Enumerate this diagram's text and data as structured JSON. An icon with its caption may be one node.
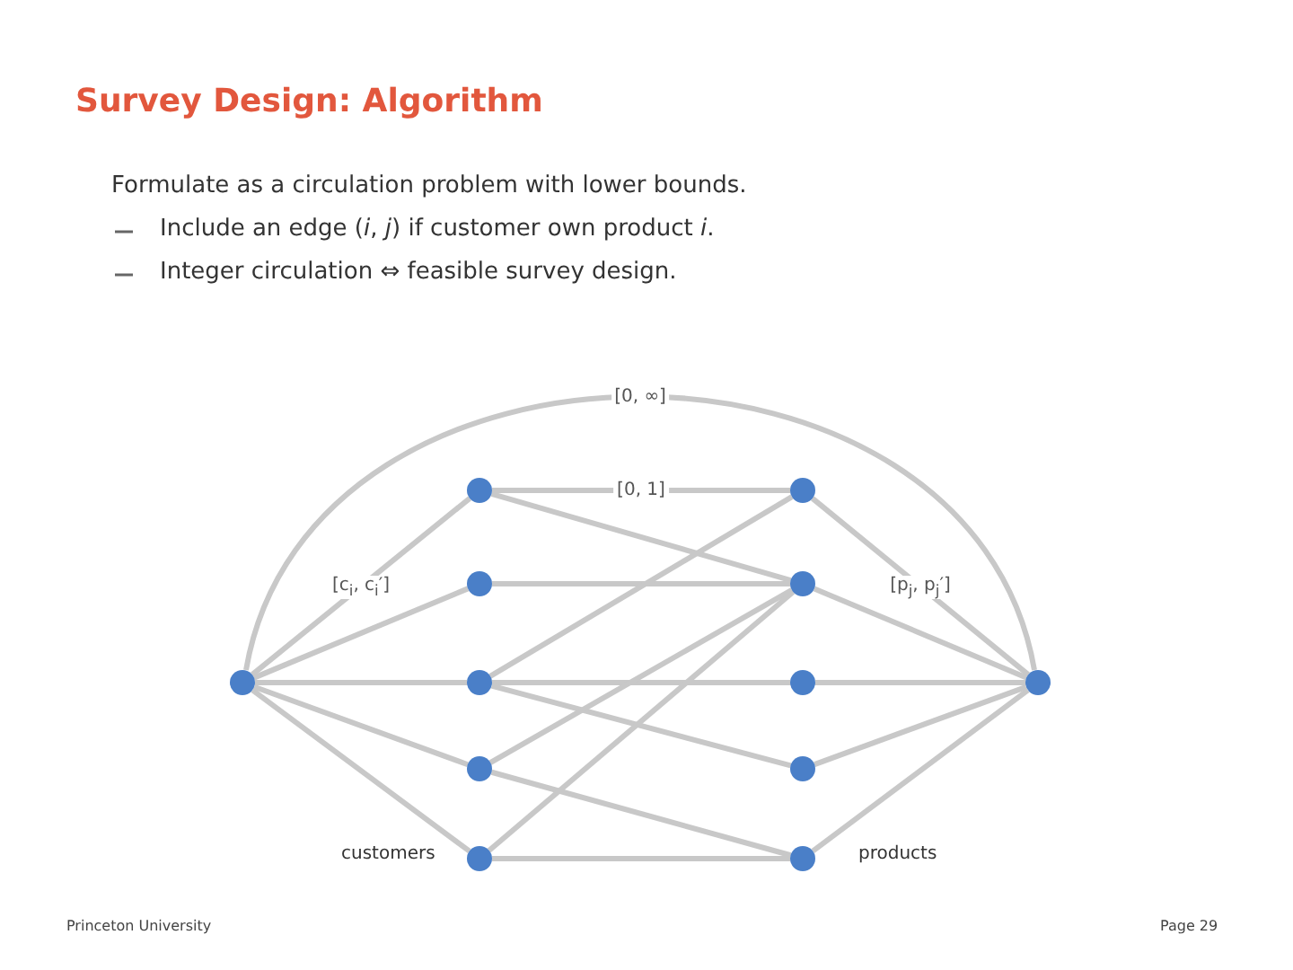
{
  "diagram": {
    "title": "Survey Design: Algorithm",
    "nodes": [
      {
        "text": [],
        "shape": "circle"
      },
      {
        "text": [],
        "shape": "circle"
      },
      {
        "text": [],
        "shape": "circle"
      },
      {
        "text": [],
        "shape": "circle"
      },
      {
        "text": [],
        "shape": "circle"
      },
      {
        "text": [],
        "shape": "circle"
      },
      {
        "text": [],
        "shape": "circle"
      },
      {
        "text": [],
        "shape": "circle"
      },
      {
        "text": [],
        "shape": "circle"
      },
      {
        "text": [],
        "shape": "circle"
      },
      {
        "text": [],
        "shape": "circle"
      },
      {
        "text": [],
        "shape": "circle"
      }
    ],
    "edges": [
      {
        "from": 11,
        "to": 0,
        "arrow": "none",
        "label": "[0, ∞]"
      },
      {
        "from": 0,
        "to": 1,
        "arrow": "none",
        "label": "[c$_{i}$, c$_{i}$′]"
      },
      {
        "from": 0,
        "to": 2,
        "arrow": "none"
      },
      {
        "from": 0,
        "to": 3,
        "arrow": "none"
      },
      {
        "from": 0,
        "to": 4,
        "arrow": "none"
      },
      {
        "from": 0,
        "to": 5,
        "arrow": "none"
      },
      {
        "from": 1,
        "to": 6,
        "arrow": "none",
        "label": "[0, 1]"
      },
      {
        "from": 1,
        "to": 7,
        "arrow": "none"
      },
      {
        "from": 2,
        "to": 7,
        "arrow": "none"
      },
      {
        "from": 3,
        "to": 6,
        "arrow": "none"
      },
      {
        "from": 3,
        "to": 8,
        "arrow": "none"
      },
      {
        "from": 3,
        "to": 9,
        "arrow": "none"
      },
      {
        "from": 4,
        "to": 7,
        "arrow": "none"
      },
      {
        "from": 4,
        "to": 10,
        "arrow": "none"
      },
      {
        "from": 5,
        "to": 7,
        "arrow": "none"
      },
      {
        "from": 5,
        "to": 10,
        "arrow": "none"
      },
      {
        "from": 6,
        "to": 11,
        "arrow": "none",
        "label": "[p$_{j}$, p$_{j}$′]"
      },
      {
        "from": 7,
        "to": 11,
        "arrow": "none"
      },
      {
        "from": 8,
        "to": 11,
        "arrow": "none"
      },
      {
        "from": 9,
        "to": 11,
        "arrow": "none"
      },
      {
        "from": 10,
        "to": 11,
        "arrow": "none"
      }
    ],
    "labels": [
      "Formulate as a circulation problem with lower bounds.",
      "Include an edge (*i*, *j*) if customer own product *i*.",
      "Integer circulation ⇔ feasible survey design.",
      "customers",
      "products",
      "Princeton University",
      "Page 29"
    ]
  }
}
